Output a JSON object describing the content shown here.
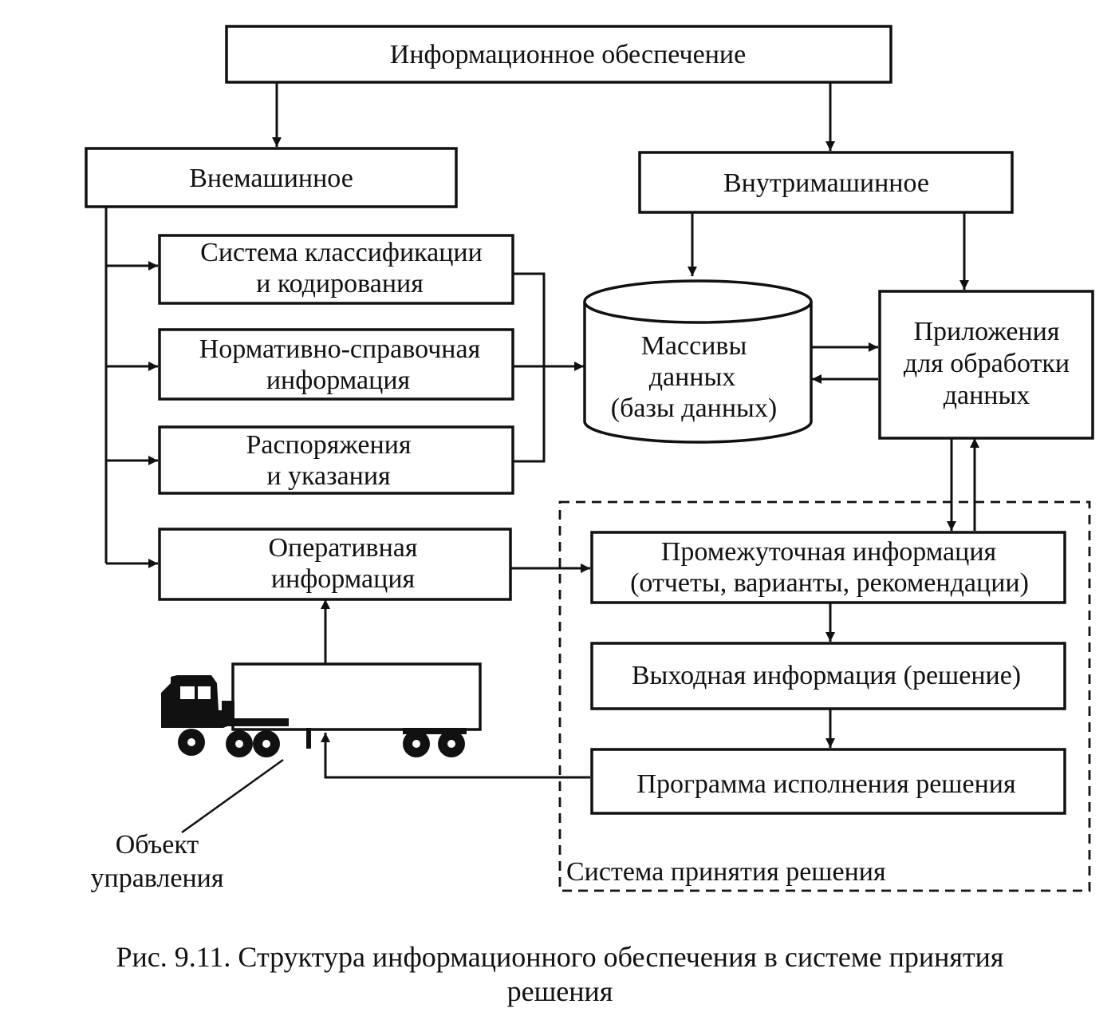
{
  "boxes": {
    "info_support": "Информационное обеспечение",
    "off_machine": "Внемашинное",
    "in_machine": "Внутримашинное",
    "classification": [
      "Система классификации",
      "и кодирования"
    ],
    "reference_info": [
      "Нормативно-справочная",
      "информация"
    ],
    "orders": [
      "Распоряжения",
      "и указания"
    ],
    "operational": [
      "Оперативная",
      "информация"
    ],
    "data_arrays": [
      "Массивы",
      "данных",
      "(базы данных)"
    ],
    "applications": [
      "Приложения",
      "для обработки",
      "данных"
    ],
    "intermediate": [
      "Промежуточная информация",
      "(отчеты,  варианты,  рекомендации)"
    ],
    "output": "Выходная информация (решение)",
    "program": "Программа исполнения решения"
  },
  "decision_system_label": "Система принятия решения",
  "control_object_label": [
    "Объект",
    "управления"
  ],
  "caption": [
    "Рис. 9.11. Структура информационного обеспечения в системе принятия",
    "решения"
  ]
}
